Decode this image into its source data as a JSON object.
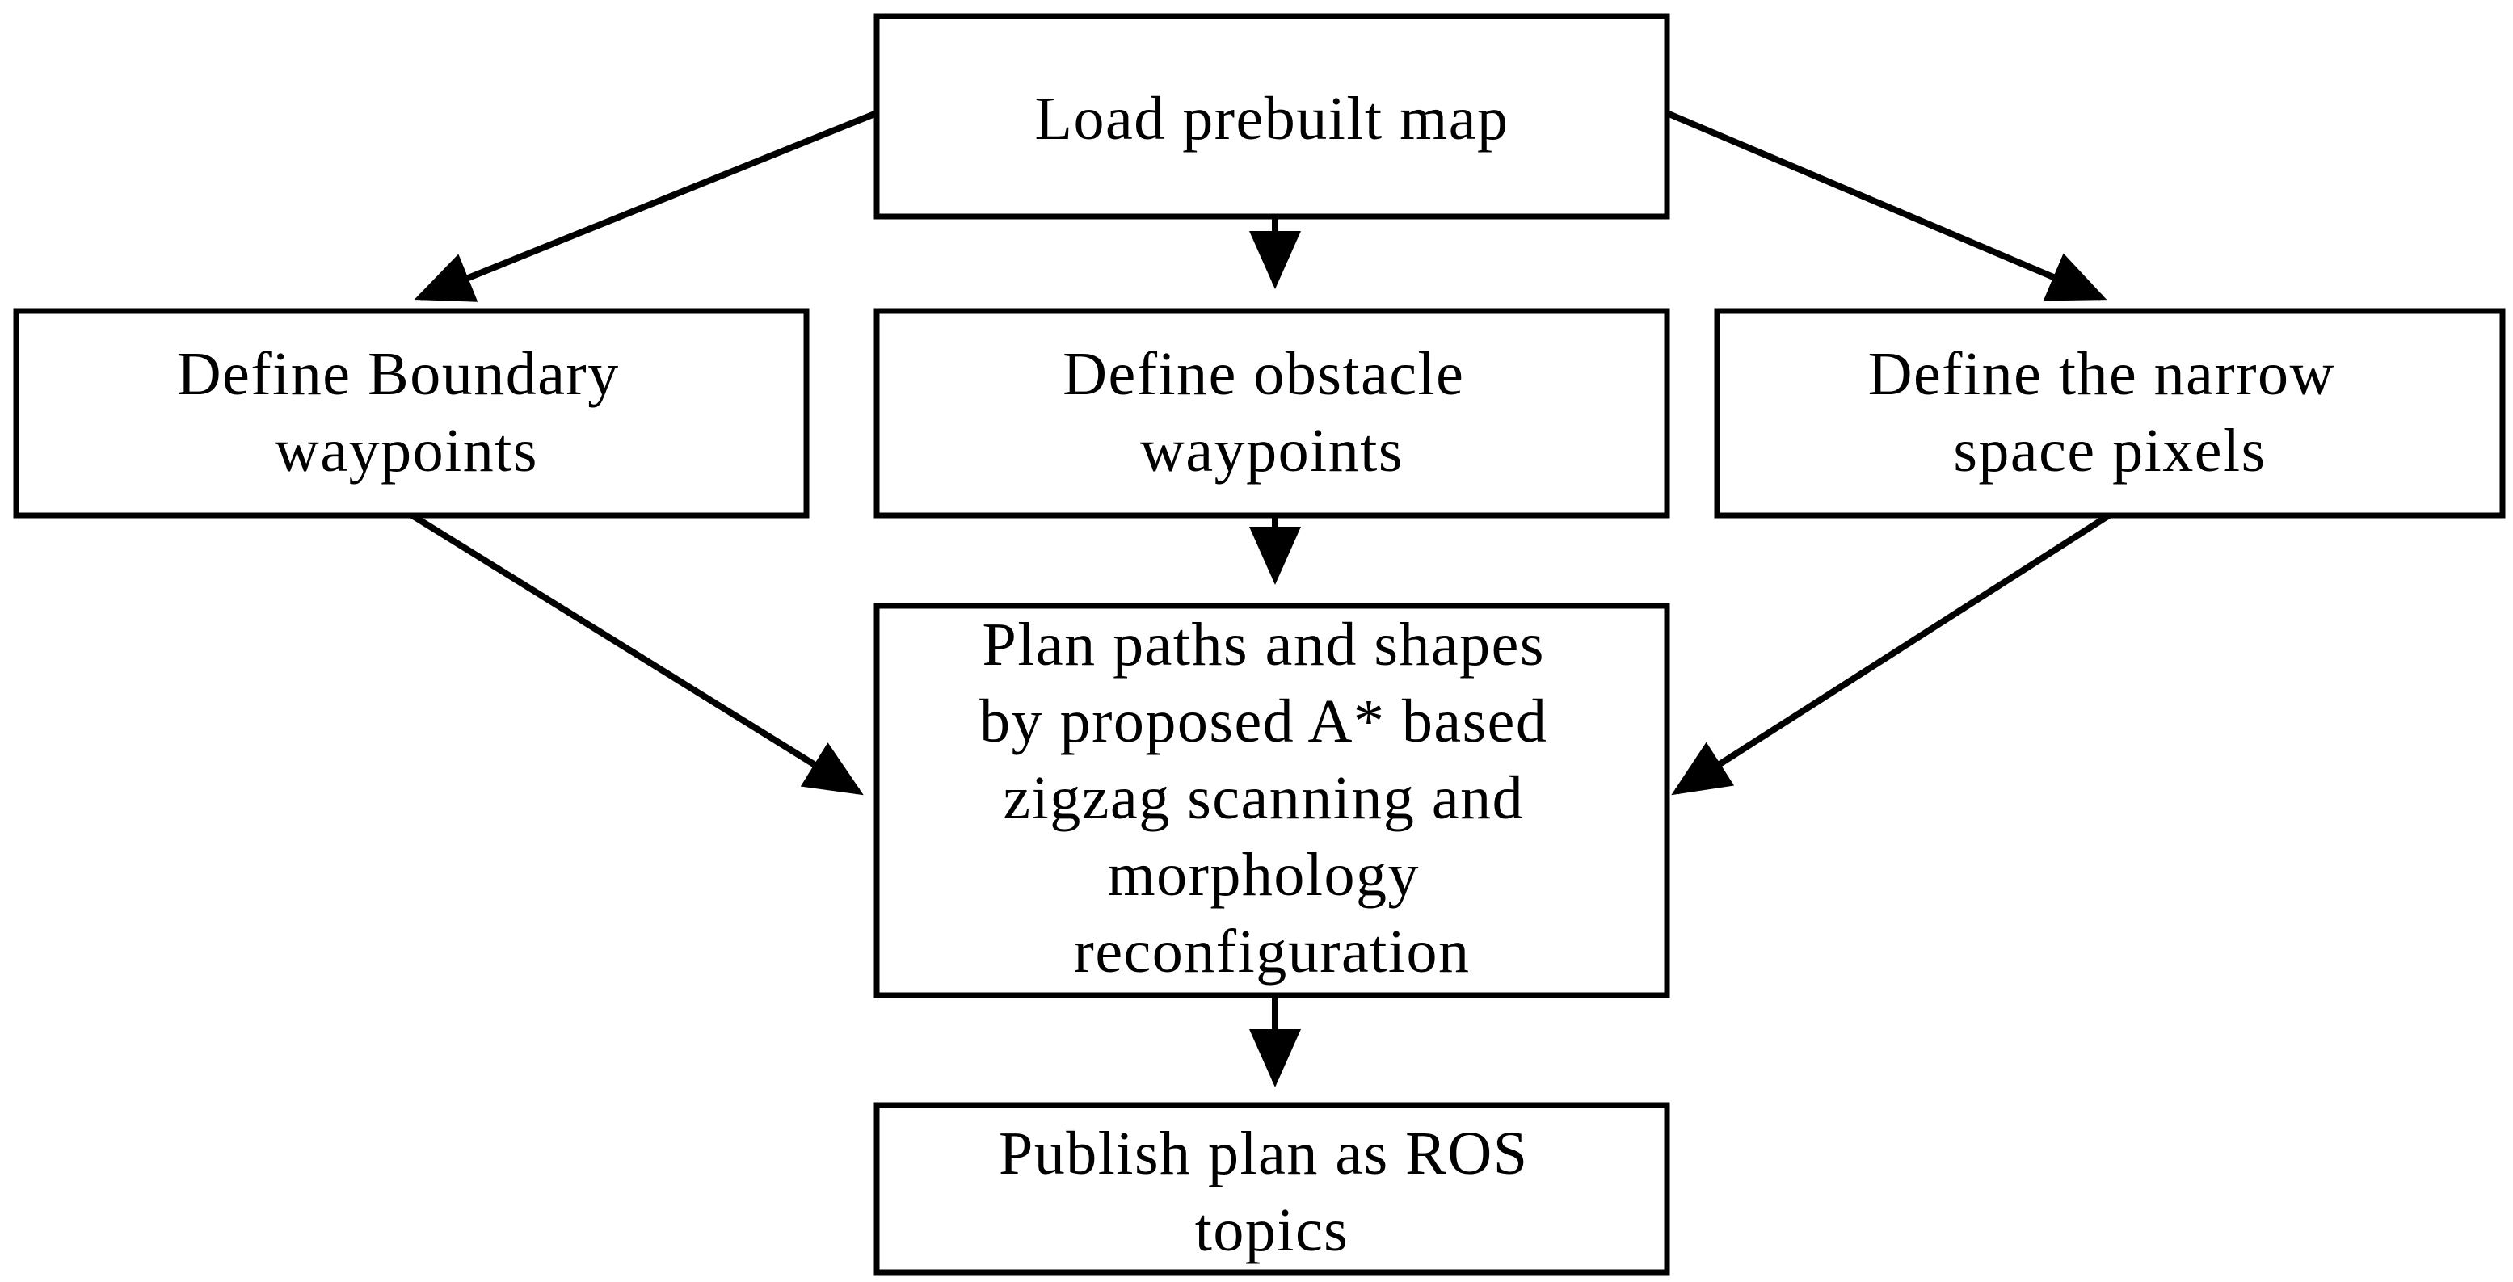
{
  "diagram": {
    "nodes": {
      "load_map": {
        "lines": [
          "Load prebuilt map"
        ]
      },
      "boundary": {
        "lines": [
          "Define Boundary",
          "waypoints"
        ]
      },
      "obstacle": {
        "lines": [
          "Define obstacle",
          "waypoints"
        ]
      },
      "narrow": {
        "lines": [
          "Define the narrow",
          "space pixels"
        ]
      },
      "plan": {
        "lines": [
          "Plan  paths and shapes",
          "by proposed A* based",
          "zigzag  scanning and",
          "morphology",
          "reconfiguration"
        ]
      },
      "publish": {
        "lines": [
          "Publish plan as ROS",
          "topics"
        ]
      }
    },
    "edges": [
      {
        "from": "load_map",
        "to": "boundary"
      },
      {
        "from": "load_map",
        "to": "obstacle"
      },
      {
        "from": "load_map",
        "to": "narrow"
      },
      {
        "from": "boundary",
        "to": "plan"
      },
      {
        "from": "obstacle",
        "to": "plan"
      },
      {
        "from": "narrow",
        "to": "plan"
      },
      {
        "from": "plan",
        "to": "publish"
      }
    ]
  }
}
